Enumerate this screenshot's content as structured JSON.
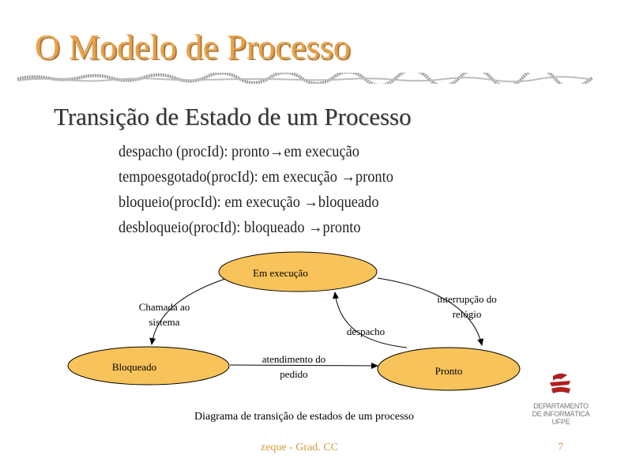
{
  "slide": {
    "title": "O Modelo de Processo",
    "subtitle": "Transição de Estado de um Processo",
    "transitions": [
      "despacho (procId): pronto→em execução",
      "tempoesgotado(procId): em execução →pronto",
      "bloqueio(procId): em execução →bloqueado",
      "desbloqueio(procId): bloqueado →pronto"
    ],
    "footer": "zeque - Grad. CC",
    "page_number": "7"
  },
  "diagram": {
    "states": {
      "running": "Em execução",
      "blocked": "Bloqueado",
      "ready": "Pronto"
    },
    "edge_labels": {
      "system_call": [
        "Chamada ao",
        "sistema"
      ],
      "clock_interrupt": [
        "interrupção do",
        "relógio"
      ],
      "dispatch": "despacho",
      "request_served": [
        "atendimento do",
        "pedido"
      ]
    },
    "caption": "Diagrama de transição de estados de um processo",
    "state_fill": "#f7c35a"
  },
  "logo": {
    "line1": "DEPARTAMENTO",
    "line2": "DE INFORMÁTICA",
    "line3": "UFPE",
    "color": "#b02020"
  }
}
